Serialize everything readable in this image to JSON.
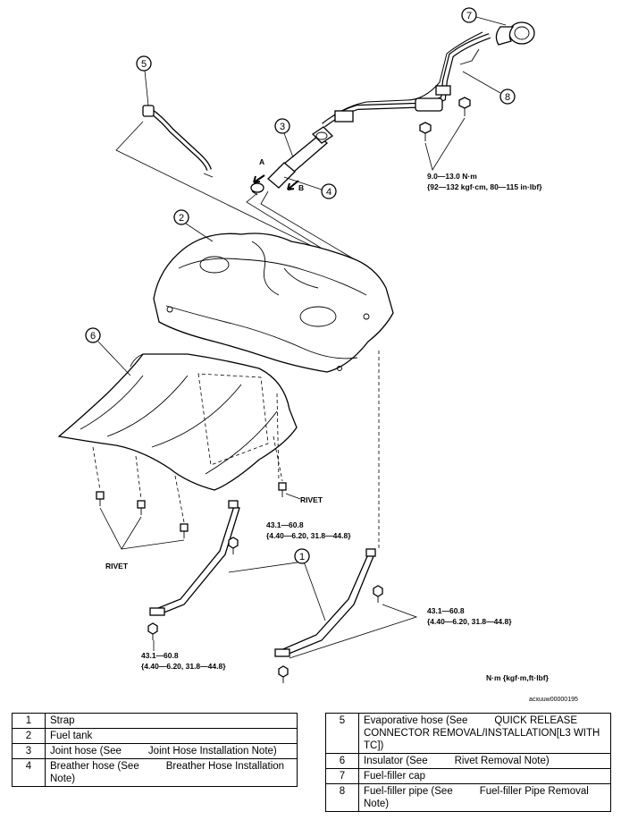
{
  "callouts": [
    "1",
    "2",
    "3",
    "4",
    "5",
    "6",
    "7",
    "8"
  ],
  "arrows": {
    "a": "A",
    "b": "B"
  },
  "torques": {
    "filler": [
      "9.0—13.0 N·m",
      "{92—132 kgf·cm, 80—115 in·lbf}"
    ],
    "strap_mid": [
      "43.1—60.8",
      "{4.40—6.20, 31.8—44.8}"
    ],
    "strap_right": [
      "43.1—60.8",
      "{4.40—6.20, 31.8—44.8}"
    ],
    "strap_left": [
      "43.1—60.8",
      "{4.40—6.20, 31.8—44.8}"
    ]
  },
  "rivet_labels": {
    "right": "RIVET",
    "left": "RIVET"
  },
  "units_note": "N·m {kgf·m,ft·lbf}",
  "figure_code": "acxuuw00000195",
  "legend_left": [
    {
      "num": "1",
      "name": "Strap",
      "ref": ""
    },
    {
      "num": "2",
      "name": "Fuel tank",
      "ref": ""
    },
    {
      "num": "3",
      "name": "Joint hose (See",
      "ref": "Joint Hose Installation Note)"
    },
    {
      "num": "4",
      "name": "Breather hose (See",
      "ref": "Breather Hose Installation Note)"
    }
  ],
  "legend_right": [
    {
      "num": "5",
      "name": "Evaporative hose (See",
      "ref": "QUICK RELEASE CONNECTOR REMOVAL/INSTALLATION[L3 WITH TC])"
    },
    {
      "num": "6",
      "name": "Insulator (See",
      "ref": "Rivet Removal Note)"
    },
    {
      "num": "7",
      "name": "Fuel-filler cap",
      "ref": ""
    },
    {
      "num": "8",
      "name": "Fuel-filler pipe (See",
      "ref": "Fuel-filler Pipe Removal Note)"
    }
  ]
}
